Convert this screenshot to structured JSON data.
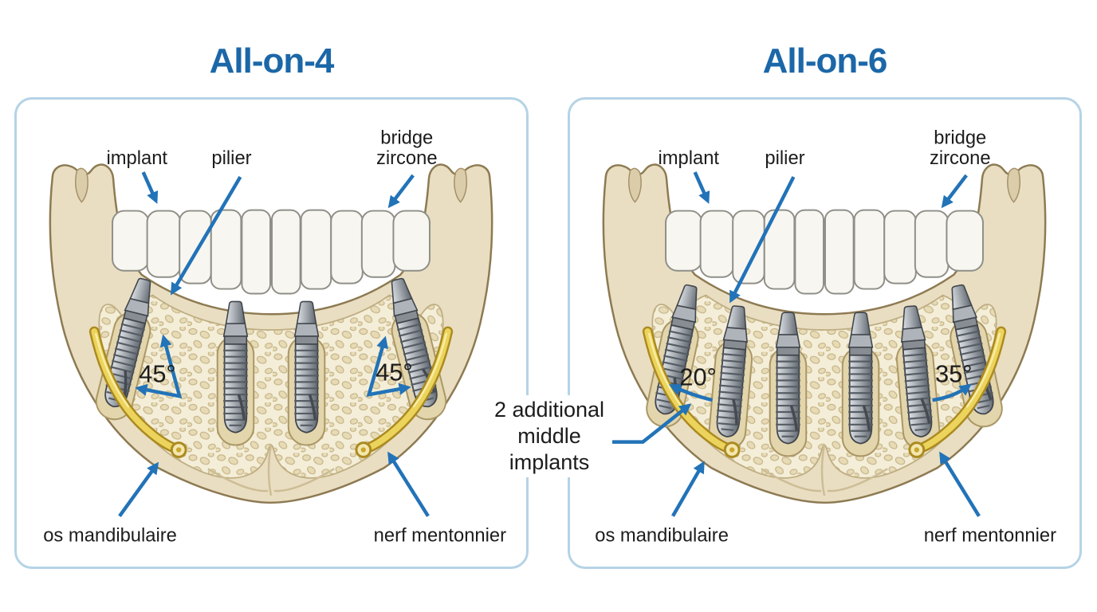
{
  "panels": [
    {
      "title": "All-on-4",
      "implant_count": 4,
      "labels": {
        "implant": "implant",
        "abutment": "pilier",
        "bridge_line1": "bridge",
        "bridge_line2": "zircone",
        "bone": "os mandibulaire",
        "nerve": "nerf mentonnier"
      },
      "angles": {
        "left": "45°",
        "right": "45°"
      }
    },
    {
      "title": "All-on-6",
      "implant_count": 6,
      "labels": {
        "implant": "implant",
        "abutment": "pilier",
        "bridge_line1": "bridge",
        "bridge_line2": "zircone",
        "bone": "os mandibulaire",
        "nerve": "nerf mentonnier"
      },
      "angles": {
        "left": "20°",
        "right": "35°"
      }
    }
  ],
  "middle_note": {
    "line1": "2 additional",
    "line2": "middle",
    "line3": "implants"
  },
  "colors": {
    "title_blue": "#1b67a8",
    "arrow_blue": "#2273b8",
    "panel_border": "#b5d3e6",
    "label_text": "#1c1c1c",
    "bone_outer": "#e9dec2",
    "bone_outline": "#8d7a52",
    "bone_inner": "#f4eed8",
    "nerve_yellow": "#ecd45c",
    "implant_gray": "#9aa0a6",
    "teeth_white": "#f7f6f1"
  }
}
